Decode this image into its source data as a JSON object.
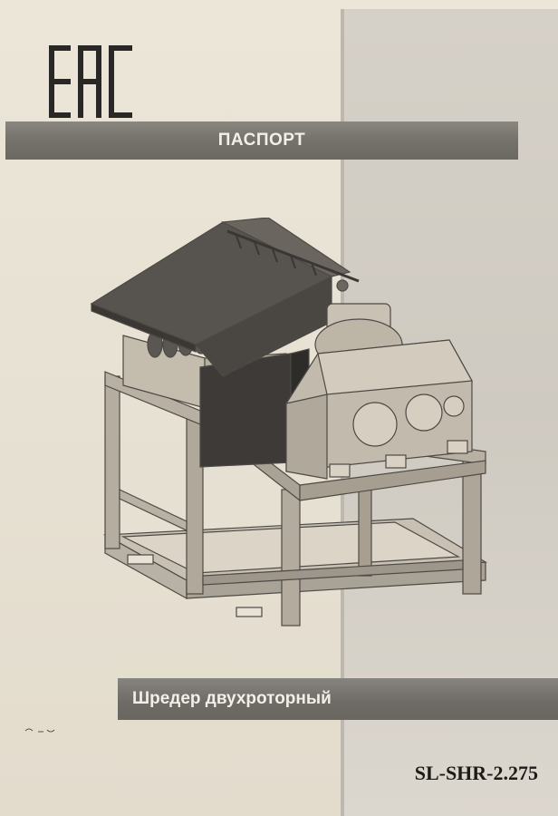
{
  "certification_mark": "EAC",
  "document": {
    "title": "ПАСПОРТ",
    "product_name": "Шредер двухроторный",
    "model": "SL-SHR-2.275"
  },
  "illustration": {
    "icon": "two-rotor-shredder-drawing"
  },
  "colors": {
    "band": "#75716b",
    "band_text": "#f2efe8",
    "mark": "#2a2826",
    "paper": "#e9e3d6",
    "side_panel": "#d2cdc4"
  }
}
